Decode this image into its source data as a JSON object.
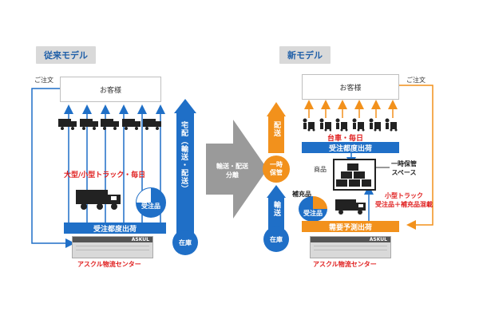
{
  "left": {
    "title": "従来モデル",
    "customer": "お客様",
    "order_label": "ご注文",
    "truck_caption": "大型/小型トラック・毎日",
    "item_tag": "受注品",
    "shipping_bar": "受注都度出荷",
    "warehouse_logo": "ASKUL",
    "center_name": "アスクル物流センター",
    "vertical_arrow_text": "宅配（輸送・配送）",
    "stock_label": "在庫"
  },
  "middle": {
    "arrow_text": "輸送・配送\n分離"
  },
  "right": {
    "title": "新モデル",
    "customer": "お客様",
    "order_label": "ご注文",
    "cart_caption": "台車・毎日",
    "top_bar": "受注都度出荷",
    "goods_label": "商品",
    "temp_storage_label": "一時保管\nスペース",
    "delivery_text": "配送",
    "temp_circle": "一時\n保管",
    "transport_text": "輸送",
    "stock_label": "在庫",
    "refill_tag": "補充品",
    "item_tag": "受注品",
    "small_truck_caption": "小型トラック\n受注品＋補充品混載",
    "bottom_bar": "需要予測出荷",
    "warehouse_logo": "ASKUL",
    "center_name": "アスクル物流センター"
  },
  "colors": {
    "blue": "#1f6fc7",
    "orange": "#f2911c",
    "red": "#e02020",
    "gray_arrow": "#9a9a9a"
  }
}
